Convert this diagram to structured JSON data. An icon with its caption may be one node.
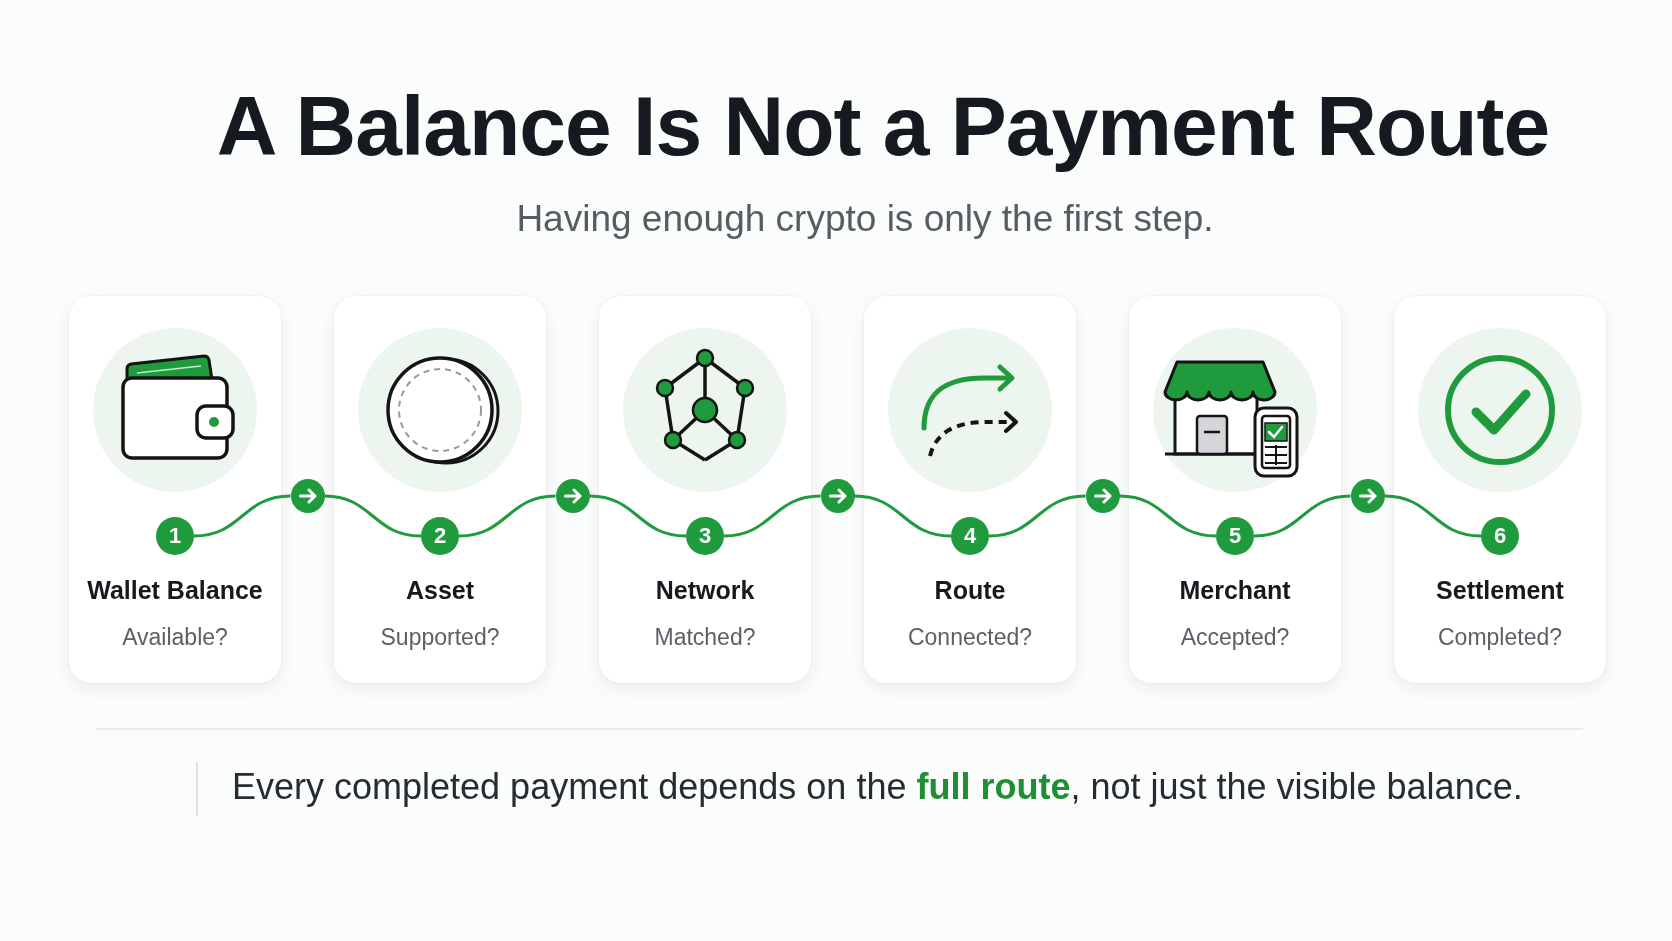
{
  "diagram": {
    "title": "A Balance Is Not a Payment Route",
    "caption": "Every completed payment depends on the **full route**, not just the visible balance.",
    "nodes": [
      {
        "text": [
          "Wallet Balance",
          "Available?"
        ]
      },
      {
        "text": [
          "1"
        ],
        "in": 0
      },
      {
        "text": [],
        "shape": "circle"
      },
      {
        "text": [
          "Asset",
          "Supported?"
        ]
      },
      {
        "text": [
          "2"
        ],
        "in": 3
      },
      {
        "text": [],
        "shape": "circle"
      },
      {
        "text": [
          "Network",
          "Matched?"
        ]
      },
      {
        "text": [
          "3"
        ],
        "in": 6
      },
      {
        "text": [],
        "shape": "circle"
      },
      {
        "text": [
          "Route",
          "Connected?"
        ]
      },
      {
        "text": [
          "4"
        ],
        "in": 9
      },
      {
        "text": [],
        "shape": "circle"
      },
      {
        "text": [
          "Merchant",
          "Accepted?"
        ]
      },
      {
        "text": [
          "5"
        ],
        "in": 12
      },
      {
        "text": [],
        "shape": "circle"
      },
      {
        "text": [
          "Settlement",
          "Completed?"
        ]
      },
      {
        "text": [
          "6"
        ],
        "in": 15
      }
    ],
    "edges": [
      {
        "from": 1,
        "to": 2,
        "arrow": "none"
      },
      {
        "from": 2,
        "to": 4,
        "arrow": "none"
      },
      {
        "from": 4,
        "to": 5,
        "arrow": "none"
      },
      {
        "from": 5,
        "to": 7,
        "arrow": "none"
      },
      {
        "from": 7,
        "to": 8,
        "arrow": "none"
      },
      {
        "from": 8,
        "to": 10,
        "arrow": "none"
      },
      {
        "from": 10,
        "to": 11,
        "arrow": "none"
      },
      {
        "from": 11,
        "to": 13,
        "arrow": "none"
      },
      {
        "from": 13,
        "to": 14,
        "arrow": "none"
      },
      {
        "from": 14,
        "to": 16,
        "arrow": "none"
      }
    ],
    "labels": [
      "Having enough crypto is only the first step."
    ]
  }
}
